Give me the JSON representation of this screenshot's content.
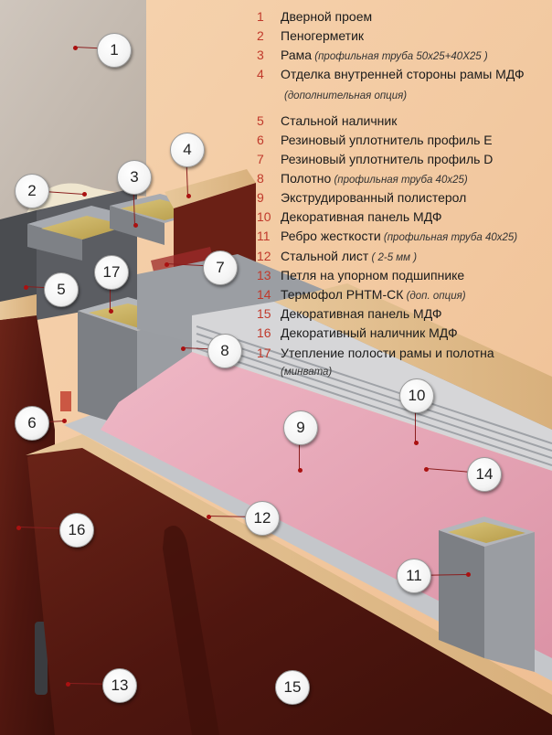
{
  "legend": [
    {
      "num": "1",
      "text": "Дверной проем",
      "note": ""
    },
    {
      "num": "2",
      "text": "Пеногерметик",
      "note": ""
    },
    {
      "num": "3",
      "text": "Рама",
      "note": "(профильная труба  50х25+40Х25 )"
    },
    {
      "num": "4",
      "text": "Отделка внутренней стороны рамы МДФ",
      "note": ""
    },
    {
      "num": "5",
      "text": "Стальной наличник",
      "note": ""
    },
    {
      "num": "6",
      "text": "Резиновый уплотнитель профиль Е",
      "note": ""
    },
    {
      "num": "7",
      "text": "Резиновый уплотнитель профиль D",
      "note": ""
    },
    {
      "num": "8",
      "text": "Полотно",
      "note": "(профильная труба 40х25)"
    },
    {
      "num": "9",
      "text": "Экструдированный полистерол",
      "note": ""
    },
    {
      "num": "10",
      "text": "Декоративная панель МДФ",
      "note": ""
    },
    {
      "num": "11",
      "text": "Ребро жесткости",
      "note": "(профильная труба 40х25)"
    },
    {
      "num": "12",
      "text": "Стальной лист",
      "note": "( 2-5 мм )"
    },
    {
      "num": "13",
      "text": "Петля на упорном подшипнике",
      "note": ""
    },
    {
      "num": "14",
      "text": "Термофол РНТМ-СК",
      "note": "(доп. опция)"
    },
    {
      "num": "15",
      "text": "Декоративная панель МДФ",
      "note": ""
    },
    {
      "num": "16",
      "text": "Декоративный наличник МДФ",
      "note": ""
    },
    {
      "num": "17",
      "text": "Утепление полости рамы и полотна",
      "note": ""
    }
  ],
  "legend_subnotes": {
    "item4": "(дополнительная опция)",
    "item17": "(минвата)"
  },
  "callouts": [
    "1",
    "2",
    "3",
    "4",
    "5",
    "6",
    "7",
    "8",
    "9",
    "10",
    "11",
    "12",
    "13",
    "14",
    "15",
    "16",
    "17"
  ],
  "colors": {
    "number_red": "#c0392b",
    "leader_red": "#8a1f1f",
    "background_peach": "#f3c9a0",
    "mdf_brown": "#5a1a12",
    "polystyrene_pink": "#e7a6b6",
    "steel_grey": "#8c8f94",
    "mineral_wool": "#c9b15a"
  }
}
